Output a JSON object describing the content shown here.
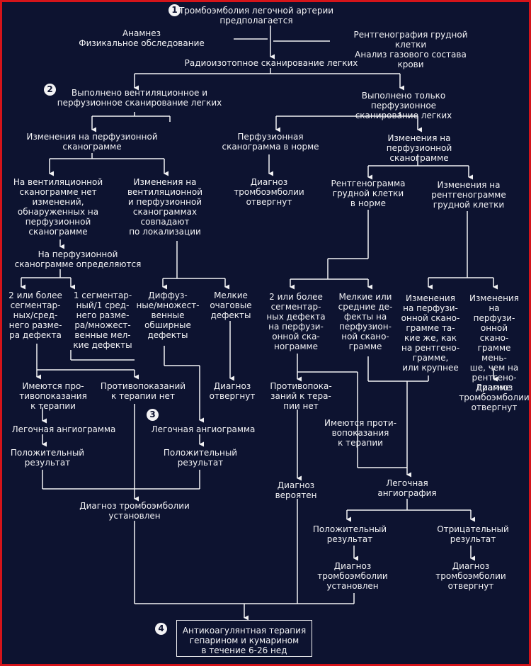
{
  "nodes": {
    "start": "Тромбоэмболия легочной артерии\nпредполагается",
    "history": "Анамнез\nФизикальное обследование",
    "xray_gas": "Рентгенография грудной клетки\nАнализ газового состава крови",
    "scan": "Радиоизотопное сканирование легких",
    "vq_done": "Выполнено вентиляционное и\nперфузионное сканирование легких",
    "perf_only": "Выполнено только перфузионное\nсканирование легких",
    "perf_changes_left": "Изменения на перфузионной\nсканограмме",
    "perf_normal": "Перфузионная\nсканограмма в норме",
    "perf_changes_right": "Изменения на перфузионной\nсканограмме",
    "vent_no_changes": "На вентиляционной\nсканограмме нет\nизменений,\nобнаруженных на\nперфузионной\nсканограмме",
    "vq_match": "Изменения на\nвентиляционной\nи перфузионной\nсканограммах\nсовпадают\nпо локализации",
    "dx_rejected_1": "Диагноз\nтромбоэмболии\nотвергнут",
    "xray_normal": "Рентгенограмма\nгрудной клетки\nв норме",
    "xray_changes": "Изменения на\nрентгенограмме\nгрудной клетки",
    "perf_defined": "На перфузионной\nсканограмме определяются",
    "two_segmental_left": "2 или более\nсегментар-\nных/сред-\nнего разме-\nра дефекта",
    "one_segmental": "1 сегментар-\nный/1 сред-\nнего разме-\nра/множест-\nвенные мел-\nкие дефекты",
    "diffuse": "Диффуз-\nные/множест-\nвенные\nобширные\nдефекты",
    "small_focal": "Мелкие\nочаговые\nдефекты",
    "two_segmental_right": "2 или более\nсегментар-\nных дефекта\nна перфузи-\nонной ска-\nнограмме",
    "small_medium": "Мелкие или\nсредние де-\nфекты на\nперфузион-\nной скано-\nграмме",
    "perf_same_or_larger": "Изменения\nна перфузи-\nонной скано-\nграмме та-\nкие же, как\nна рентгено-\nграмме,\nили крупнее",
    "perf_smaller": "Изменения\nна перфузи-\nонной скано-\nграмме мень-\nше, чем на\nрентгено-\nграмме",
    "contra_yes_left": "Имеются про-\nтивопоказания\nк терапии",
    "contra_no_left": "Противопоказаний\nк терапии нет",
    "dx_rejected_2": "Диагноз\nотвергнут",
    "contra_no_right": "Противопока-\nзаний к тера-\nпии нет",
    "dx_rejected_3": "Диагноз\nтромбоэмболии\nотвергнут",
    "angiogram_1": "Легочная ангиограмма",
    "angiogram_2": "Легочная ангиограмма",
    "contra_yes_right": "Имеются проти-\nвопоказания\nк терапии",
    "positive_1": "Положительный\nрезультат",
    "positive_2": "Положительный\nрезультат",
    "dx_probable": "Диагноз\nвероятен",
    "angiography": "Легочная\nангиография",
    "dx_established_1": "Диагноз тромбоэмболии\nустановлен",
    "positive_3": "Положительный\nрезультат",
    "negative": "Отрицательный\nрезультат",
    "dx_established_2": "Диагноз\nтромбоэмболии\nустановлен",
    "dx_rejected_4": "Диагноз\nтромбоэмболии\nотвергнут",
    "anticoag": "Антикоагулянтная терапия\nгепарином и кумарином\nв течение 6-26 нед"
  },
  "badges": {
    "b1": "1",
    "b2": "2",
    "b3": "3",
    "b4": "4"
  },
  "colors": {
    "background": "#0d1330",
    "text": "#f2f2f4",
    "border": "#d4141a"
  }
}
